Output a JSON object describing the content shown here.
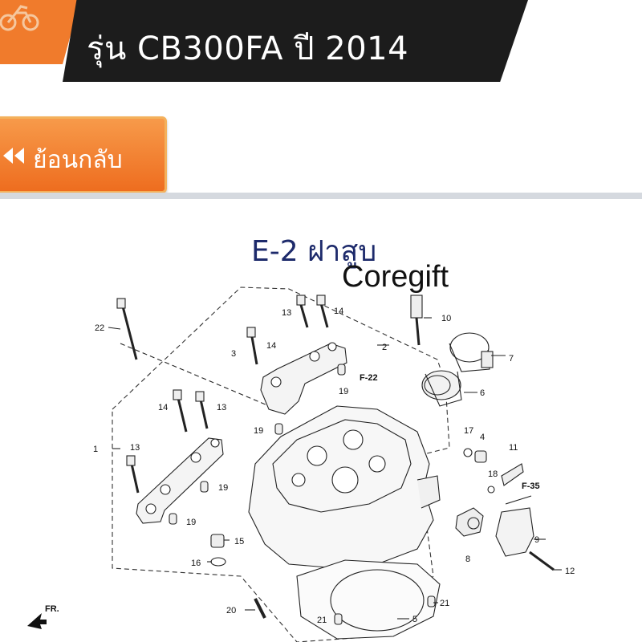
{
  "header": {
    "title": "รุ่น CB300FA ปี 2014",
    "icon": "motorcycle-icon",
    "colors": {
      "accent": "#f07b2c",
      "bar": "#1c1c1c"
    }
  },
  "back_button": {
    "label": "ย้อนกลับ",
    "icon": "rewind-icon"
  },
  "diagram": {
    "title": "E-2 ฝาสูบ",
    "watermark": "Coregift",
    "direction_label": "FR.",
    "refs": {
      "f22": "F-22",
      "f35": "F-35"
    },
    "part_numbers": {
      "n1": "1",
      "n2": "2",
      "n3": "3",
      "n4": "4",
      "n5": "5",
      "n6": "6",
      "n7": "7",
      "n8": "8",
      "n9": "9",
      "n10": "10",
      "n11": "11",
      "n12": "12",
      "n13": "13",
      "n14": "14",
      "n15": "15",
      "n16": "16",
      "n17": "17",
      "n18": "18",
      "n19": "19",
      "n20": "20",
      "n21": "21",
      "n22": "22"
    }
  }
}
